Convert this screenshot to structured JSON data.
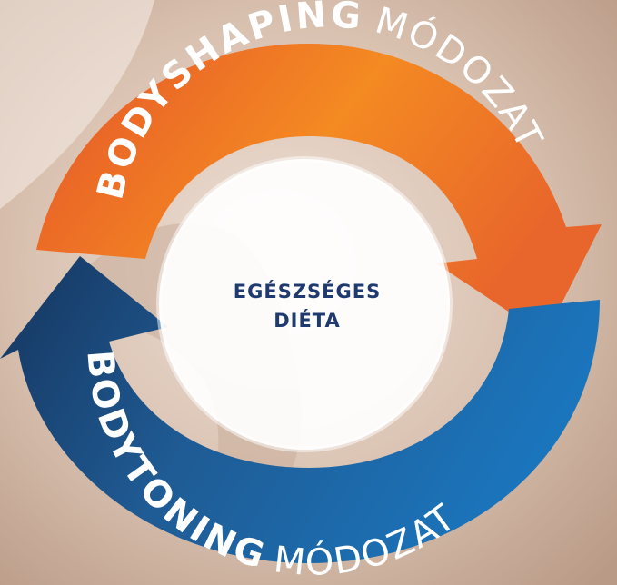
{
  "top_arc": {
    "bold": "BODYSHAPING",
    "light": "MÓDOZAT"
  },
  "bottom_arc": {
    "bold": "BODYTONING",
    "light": "MÓDOZAT"
  },
  "center": {
    "line1": "EGÉSZSÉGES",
    "line2": "DIÉTA"
  },
  "colors": {
    "orange_light": "#F7941D",
    "orange_dark": "#E55B2A",
    "blue_light": "#1B75BC",
    "blue_dark": "#1A3E6B",
    "center_text": "#1E3A6E",
    "skin_light": "#E9D7CB",
    "skin_dark": "#C9A892"
  }
}
